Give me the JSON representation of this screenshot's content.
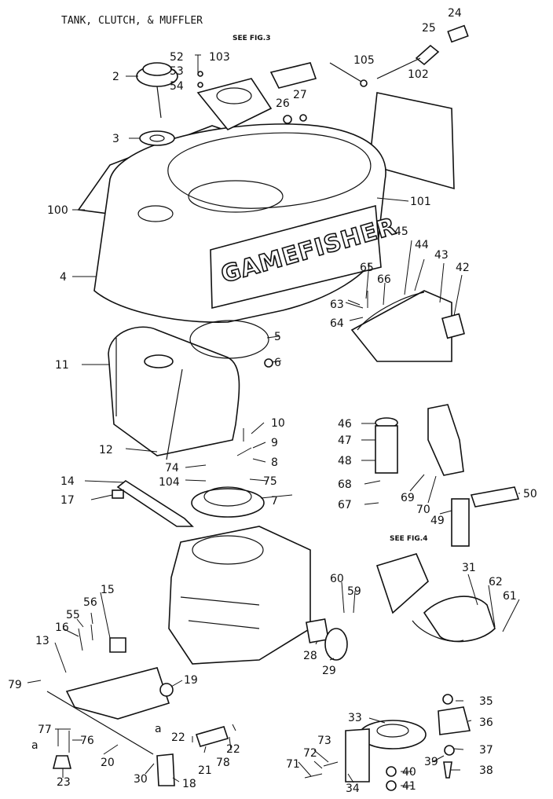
{
  "title": "TANK, CLUTCH, & MUFFLER",
  "brand": "GAMEFISHER",
  "see_fig3": "SEE FIG.3",
  "see_fig4": "SEE FIG.4",
  "arrow_a": "a",
  "callouts": [
    "24",
    "25",
    "52",
    "103",
    "105",
    "102",
    "2",
    "53",
    "54",
    "26",
    "27",
    "3",
    "101",
    "100",
    "4",
    "45",
    "44",
    "43",
    "42",
    "65",
    "66",
    "63",
    "64",
    "5",
    "6",
    "11",
    "46",
    "47",
    "48",
    "68",
    "67",
    "10",
    "9",
    "8",
    "75",
    "7",
    "74",
    "104",
    "12",
    "14",
    "17",
    "69",
    "70",
    "49",
    "50",
    "31",
    "60",
    "59",
    "62",
    "61",
    "15",
    "55",
    "56",
    "16",
    "13",
    "79",
    "19",
    "28",
    "29",
    "33",
    "35",
    "36",
    "37",
    "38",
    "39",
    "40",
    "41",
    "77",
    "76",
    "20",
    "22",
    "22",
    "21",
    "78",
    "73",
    "72",
    "71",
    "34",
    "23",
    "30",
    "18"
  ]
}
